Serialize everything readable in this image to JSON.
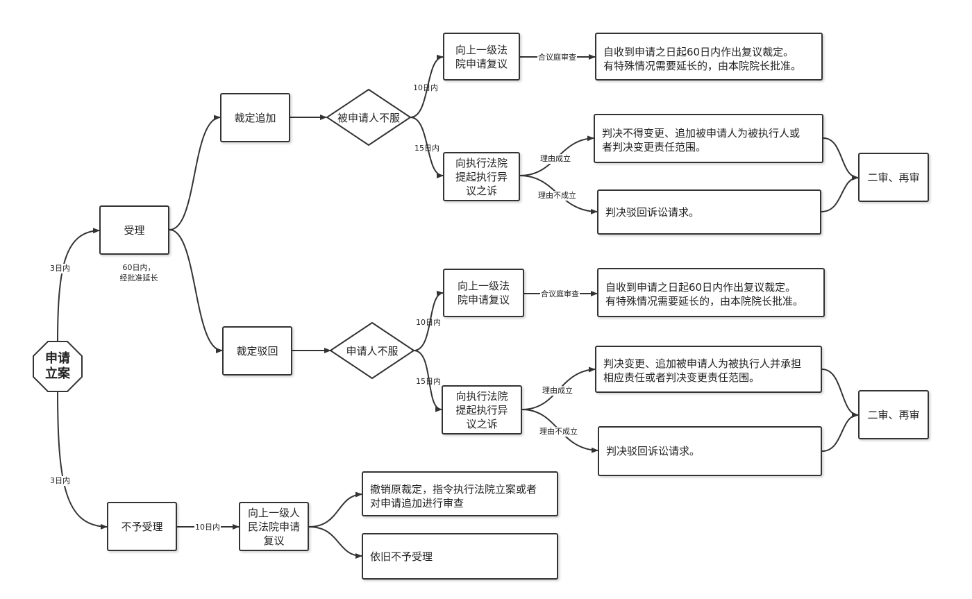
{
  "start": "申请\n立案",
  "nodes": {
    "accept": "受理",
    "accept_note": "60日内，\n经批准延长",
    "reject": "不予受理",
    "rule_add": "裁定追加",
    "rule_dismiss": "裁定驳回",
    "d1": "被申请人不服",
    "d2": "申请人不服",
    "recon1": "向上一级法\n院申请复议",
    "recon2": "向上一级法\n院申请复议",
    "suit1": "向执行法院\n提起执行异\n议之诉",
    "suit2": "向执行法院\n提起执行异\n议之诉",
    "res1": "自收到申请之日起60日内作出复议裁定。\n有特殊情况需要延长的，由本院院长批准。",
    "res2": "自收到申请之日起60日内作出复议裁定。\n有特殊情况需要延长的，由本院院长批准。",
    "j1": "判决不得变更、追加被申请人为被执行人或\n者判决变更责任范围。",
    "j2": "判决驳回诉讼请求。",
    "j3": "判决变更、追加被申请人为被执行人并承担\n相应责任或者判决变更责任范围。",
    "j4": "判决驳回诉讼请求。",
    "appeal1": "二审、再审",
    "appeal2": "二审、再审",
    "recon3": "向上一级人\n民法院申请\n复议",
    "out1": "撤销原裁定，指令执行法院立案或者\n对申请追加进行审查",
    "out2": "依旧不予受理"
  },
  "labels": {
    "d3_accept": "3日内",
    "d3_reject": "3日内",
    "d10_a": "10日内",
    "d15_a": "15日内",
    "d10_b": "10日内",
    "d15_b": "15日内",
    "d10_c": "10日内",
    "panel1": "合议庭审查",
    "panel2": "合议庭审查",
    "ok1": "理由成立",
    "no1": "理由不成立",
    "ok2": "理由成立",
    "no2": "理由不成立"
  },
  "colors": {
    "stroke": "#333333"
  }
}
